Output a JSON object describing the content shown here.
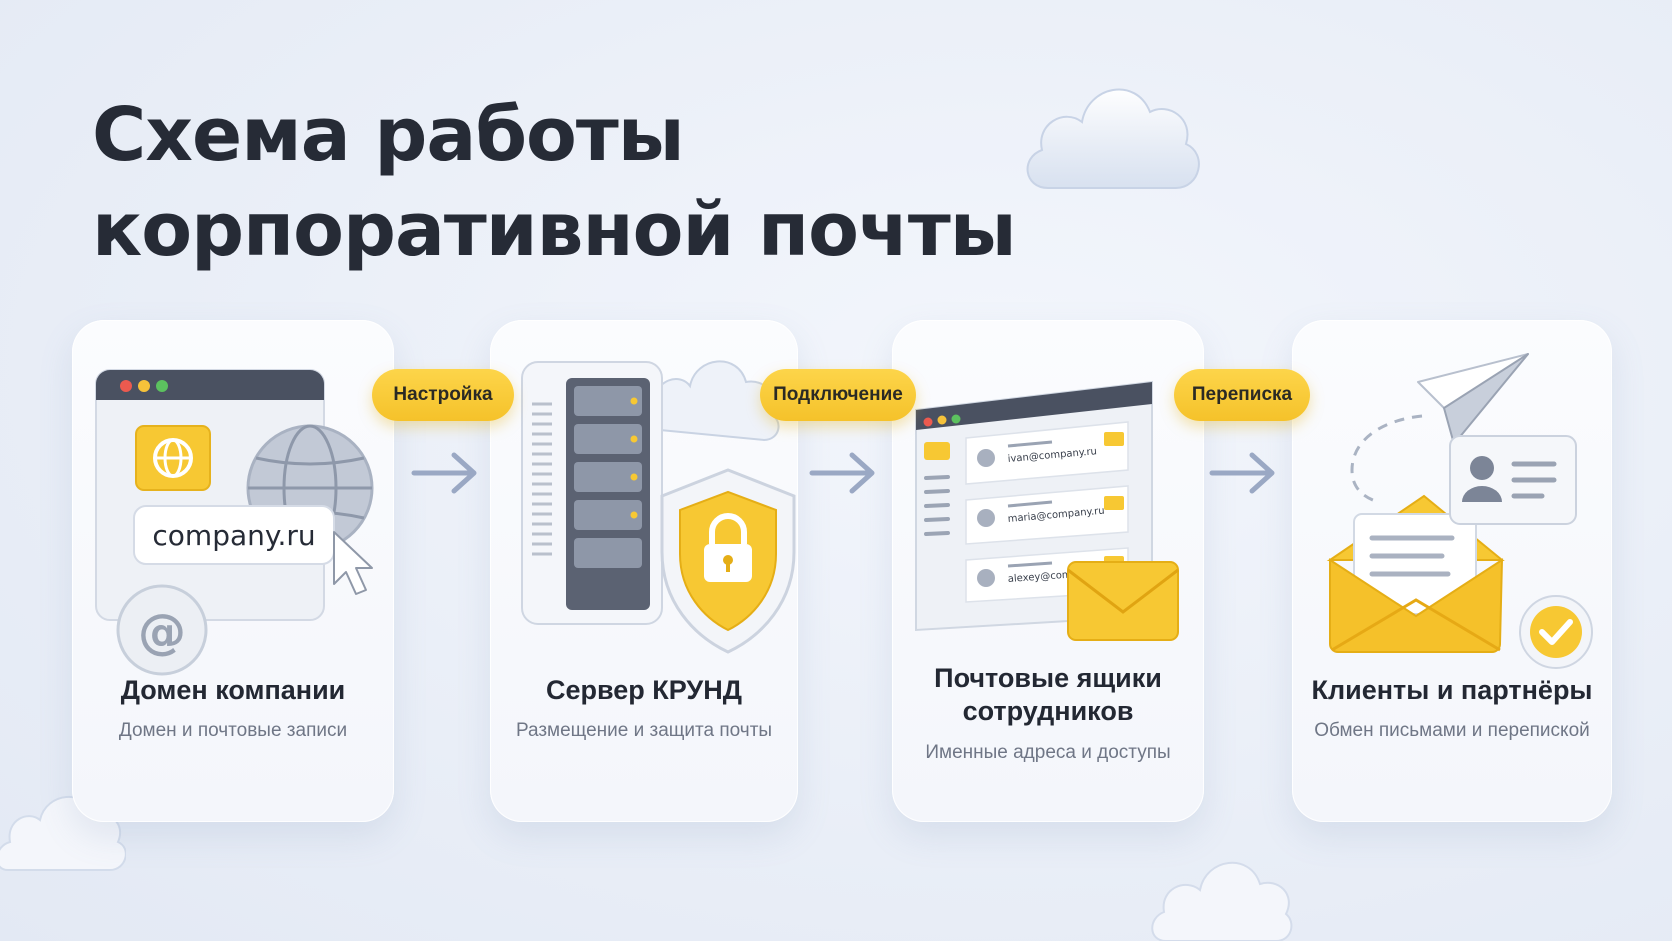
{
  "title": {
    "line1": "Схема работы",
    "line2": "корпоративной почты"
  },
  "steps": [
    {
      "title": "Домен компании",
      "subtitle": "Домен и почтовые записи",
      "domain_label": "company.ru",
      "icons": [
        "browser-window-icon",
        "globe-icon",
        "at-sign-icon",
        "cursor-icon"
      ]
    },
    {
      "title": "Сервер КРУНД",
      "subtitle": "Размещение и защита почты",
      "icons": [
        "server-icon",
        "shield-lock-icon",
        "cloud-icon"
      ]
    },
    {
      "title_line1": "Почтовые ящики",
      "title_line2": "сотрудников",
      "subtitle": "Именные адреса и доступы",
      "mailboxes": [
        "ivan@company.ru",
        "maria@company.ru",
        "alexey@company.ru"
      ],
      "icons": [
        "mail-client-window-icon",
        "envelope-icon"
      ]
    },
    {
      "title": "Клиенты и партнёры",
      "subtitle": "Обмен письмами и перепиской",
      "icons": [
        "paper-plane-icon",
        "open-envelope-icon",
        "contact-card-icon",
        "check-badge-icon"
      ]
    }
  ],
  "connectors": [
    {
      "label": "Настройка"
    },
    {
      "label": "Подключение"
    },
    {
      "label": "Переписка"
    }
  ],
  "colors": {
    "accent_yellow": "#f7c833",
    "text_dark": "#232833",
    "text_muted": "#6f7686",
    "arrow": "#9aa8c4",
    "card_bg": "#f8f9fc"
  }
}
